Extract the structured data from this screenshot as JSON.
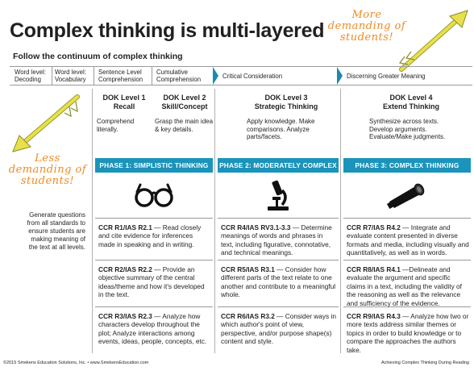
{
  "title": "Complex thinking is multi-layered",
  "subtitle": "Follow the continuum of complex thinking",
  "annotations": {
    "more": "More demanding of students!",
    "less": "Less demanding of students!"
  },
  "continuum": [
    "Word level: Decoding",
    "Word level: Vocabulary",
    "Sentence Level Comprehension",
    "Cumulative Comprehension",
    "Critical Consideration",
    "Discerning Greater Meaning"
  ],
  "dok": [
    {
      "level": "DOK Level 1",
      "name": "Recall",
      "desc": "Comprehend literally."
    },
    {
      "level": "DOK Level 2",
      "name": "Skill/Concept",
      "desc": "Grasp the main idea & key details."
    },
    {
      "level": "DOK Level 3",
      "name": "Strategic Thinking",
      "desc": "Apply knowledge. Make comparisons. Analyze parts/facets."
    },
    {
      "level": "DOK Level 4",
      "name": "Extend Thinking",
      "desc": "Synthesize across texts. Develop arguments. Evaluate/Make judgments."
    }
  ],
  "side_text": "Generate questions from all standards to ensure students are making meaning of the text at all levels.",
  "phases": [
    {
      "title": "PHASE 1: SIMPLISTIC THINKING",
      "icon": "glasses-icon",
      "cells": [
        {
          "code": "CCR R1/IAS R2.1",
          "text": " — Read closely and cite evidence for inferences made in speaking and in writing."
        },
        {
          "code": "CCR R2/IAS R2.2",
          "text": " — Provide an objective summary of the central ideas/theme and how it's developed in the text."
        },
        {
          "code": "CCR R3/IAS R2.3",
          "text": " — Analyze how characters develop throughout the plot; Analyze interactions among events, ideas, people, concepts, etc."
        }
      ]
    },
    {
      "title": "PHASE 2: MODERATELY COMPLEX",
      "icon": "microscope-icon",
      "cells": [
        {
          "code": "CCR R4/IAS RV3.1-3.3",
          "text": " — Determine meanings of words and phrases in text, including figurative, connotative, and technical meanings."
        },
        {
          "code": "CCR R5/IAS R3.1",
          "text": " — Consider how different parts of the text relate to one another and contribute to a meaningful whole."
        },
        {
          "code": "CCR R6/IAS R3.2",
          "text": " — Consider ways in which author's point of view, perspective, and/or purpose shape(s) content and style."
        }
      ]
    },
    {
      "title": "PHASE 3: COMPLEX THINKING",
      "icon": "telescope-icon",
      "cells": [
        {
          "code": "CCR R7/IAS R4.2",
          "text": " — Integrate and evaluate content presented in diverse formats and media, including visually and quantitatively, as well as in words."
        },
        {
          "code": "CCR R8/IAS R4.1",
          "text": " —Delineate and evaluate the argument and specific claims in a text, including the validity of the reasoning as well as the relevance and sufficiency of the evidence."
        },
        {
          "code": "CCR R9/IAS R4.3",
          "text": " — Analyze how two or more texts address similar themes or topics in order to build knowledge or to compare the approaches the authors take."
        }
      ]
    }
  ],
  "footer": {
    "left": "©2015 Smekens Education Solutions, Inc. • www.SmekensEducation.com",
    "right": "Achieving Complex Thinking During Reading"
  },
  "colors": {
    "accent": "#1b94bb",
    "annotation": "#f08a24",
    "arrow": "#e8e04a"
  }
}
